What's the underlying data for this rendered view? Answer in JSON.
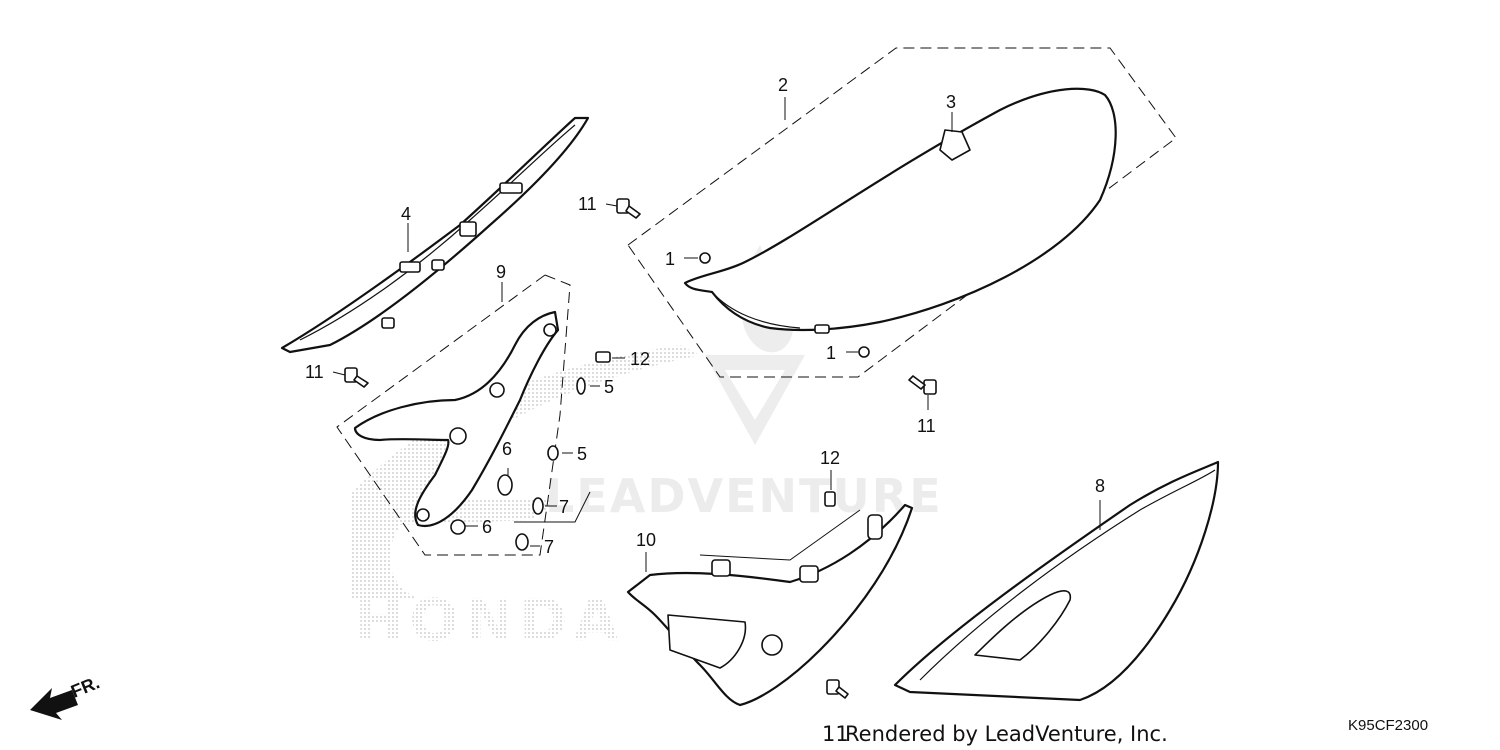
{
  "diagram": {
    "callouts": {
      "c1a": "1",
      "c1b": "1",
      "c2": "2",
      "c3": "3",
      "c4": "4",
      "c5a": "5",
      "c5b": "5",
      "c6a": "6",
      "c6b": "6",
      "c7a": "7",
      "c7b": "7",
      "c8": "8",
      "c9": "9",
      "c10": "10",
      "c11a": "11",
      "c11b": "11",
      "c11c": "11",
      "c11d": "11",
      "c12a": "12",
      "c12b": "12"
    },
    "watermark": {
      "brand": "HONDA",
      "vendor": "LEADVENTURE"
    },
    "front_arrow_label": "FR.",
    "footer_credit": "Rendered by LeadVenture, Inc.",
    "diagram_code": "K95CF2300"
  }
}
